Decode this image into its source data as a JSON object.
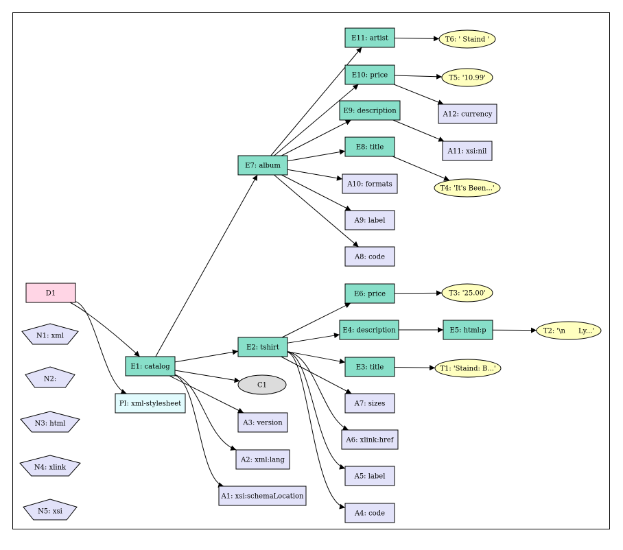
{
  "colors": {
    "document": "#ffd5e5",
    "element": "#88dfc9",
    "attribute": "#e2e2f9",
    "text": "#ffffbf",
    "namespace": "#e2e2f9",
    "pi": "#e1fbfd",
    "comment": "#dcdcdc",
    "edge": "#000000"
  },
  "nodes": {
    "D1": {
      "label": "D1"
    },
    "N1": {
      "label": "N1: xml"
    },
    "N2": {
      "label": "N2:"
    },
    "N3": {
      "label": "N3: html"
    },
    "N4": {
      "label": "N4: xlink"
    },
    "N5": {
      "label": "N5: xsi"
    },
    "PI": {
      "label": "PI: xml-stylesheet"
    },
    "E1": {
      "label": "E1: catalog"
    },
    "C1": {
      "label": "C1"
    },
    "A3": {
      "label": "A3: version"
    },
    "A2": {
      "label": "A2: xml:lang"
    },
    "A1": {
      "label": "A1: xsi:schemaLocation"
    },
    "E7": {
      "label": "E7: album"
    },
    "E2": {
      "label": "E2: tshirt"
    },
    "E11": {
      "label": "E11: artist"
    },
    "E10": {
      "label": "E10: price"
    },
    "E9": {
      "label": "E9: description"
    },
    "E8": {
      "label": "E8: title"
    },
    "A10": {
      "label": "A10: formats"
    },
    "A9": {
      "label": "A9: label"
    },
    "A8": {
      "label": "A8: code"
    },
    "A12": {
      "label": "A12: currency"
    },
    "A11": {
      "label": "A11: xsi:nil"
    },
    "T6": {
      "label": "T6: ' Staind '"
    },
    "T5": {
      "label": "T5: '10.99'"
    },
    "T4": {
      "label": "T4: 'It's Been...'"
    },
    "E6": {
      "label": "E6: price"
    },
    "E4": {
      "label": "E4: description"
    },
    "E5": {
      "label": "E5: html:p"
    },
    "E3": {
      "label": "E3: title"
    },
    "A7": {
      "label": "A7: sizes"
    },
    "A6": {
      "label": "A6: xlink:href"
    },
    "A5": {
      "label": "A5: label"
    },
    "A4": {
      "label": "A4: code"
    },
    "T3": {
      "label": "T3: '25.00'"
    },
    "T2": {
      "label": "T2: '\\n      Ly...'"
    },
    "T1": {
      "label": "T1: 'Staind: B...'"
    }
  },
  "edges": [
    [
      "D1",
      "E1"
    ],
    [
      "D1",
      "PI"
    ],
    [
      "E1",
      "E7"
    ],
    [
      "E1",
      "E2"
    ],
    [
      "E1",
      "C1"
    ],
    [
      "E1",
      "A3"
    ],
    [
      "E1",
      "A2"
    ],
    [
      "E1",
      "A1"
    ],
    [
      "E7",
      "E11"
    ],
    [
      "E7",
      "E10"
    ],
    [
      "E7",
      "E9"
    ],
    [
      "E7",
      "E8"
    ],
    [
      "E7",
      "A10"
    ],
    [
      "E7",
      "A9"
    ],
    [
      "E7",
      "A8"
    ],
    [
      "E11",
      "T6"
    ],
    [
      "E10",
      "T5"
    ],
    [
      "E10",
      "A12"
    ],
    [
      "E9",
      "A11"
    ],
    [
      "E8",
      "T4"
    ],
    [
      "E2",
      "E6"
    ],
    [
      "E2",
      "E4"
    ],
    [
      "E2",
      "E3"
    ],
    [
      "E2",
      "A7"
    ],
    [
      "E2",
      "A6"
    ],
    [
      "E2",
      "A5"
    ],
    [
      "E2",
      "A4"
    ],
    [
      "E6",
      "T3"
    ],
    [
      "E4",
      "E5"
    ],
    [
      "E5",
      "T2"
    ],
    [
      "E3",
      "T1"
    ]
  ]
}
